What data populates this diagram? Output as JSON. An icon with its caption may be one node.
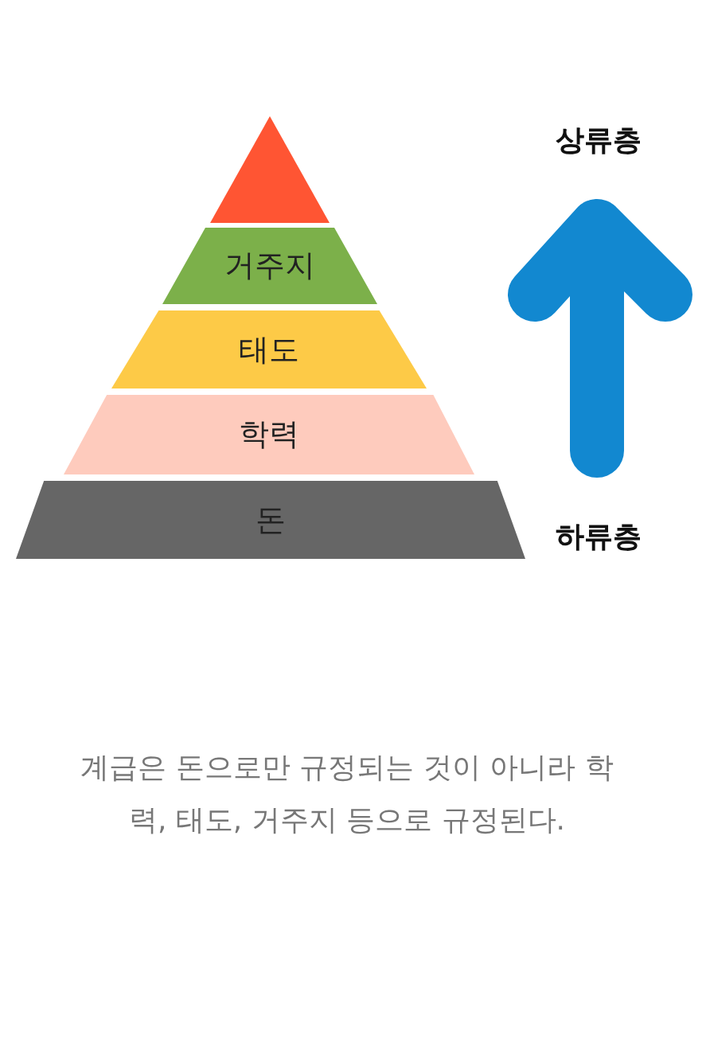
{
  "diagram": {
    "caption": "계급은 돈으로만 규정되는 것이 아니라 학력, 태도, 거주지 등으로 규정된다.",
    "nodes": [
      {
        "text": [],
        "shape": "triangle"
      },
      {
        "text": [
          "거주지"
        ]
      },
      {
        "text": [
          "태도"
        ]
      },
      {
        "text": [
          "학력"
        ]
      },
      {
        "text": [
          "돈"
        ]
      }
    ],
    "labels": [
      "상류층",
      "하류층"
    ]
  }
}
